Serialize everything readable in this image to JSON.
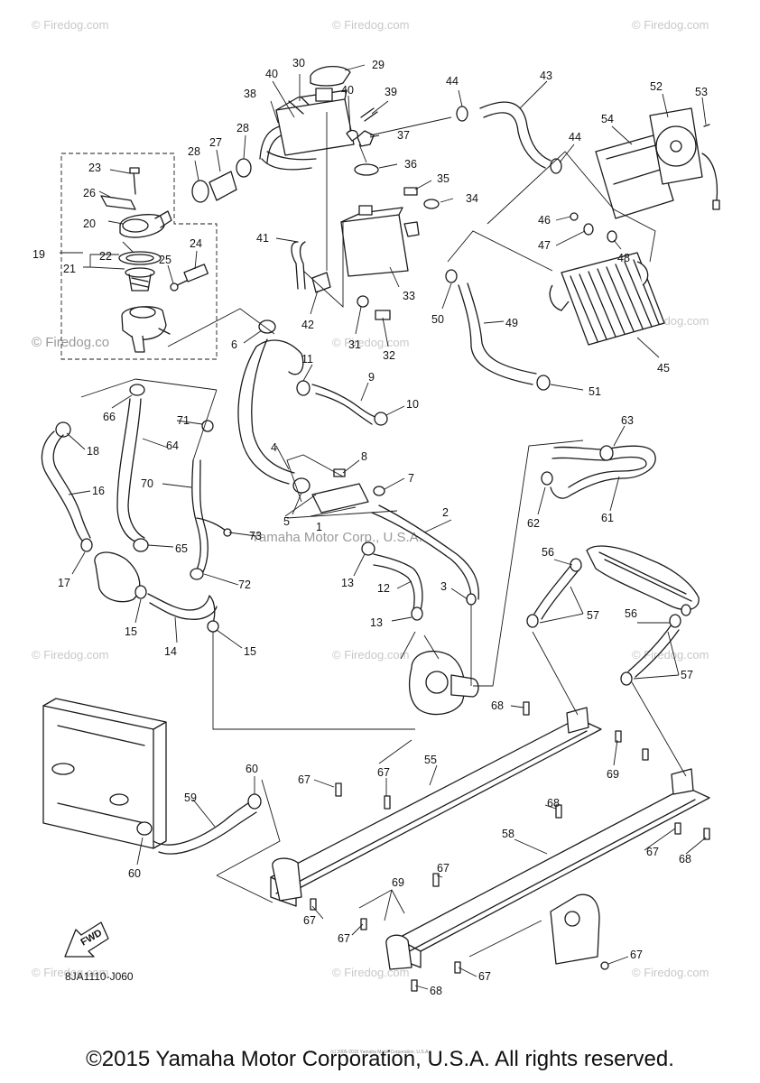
{
  "watermark": {
    "text": "© Firedog.com",
    "short_text": "© Firedog.co",
    "center_text": "Yamaha Motor Corp., U.S.A."
  },
  "diagram_code": "8JA1110-J060",
  "fwd_label": "FWD",
  "copyright": "©2015 Yamaha Motor Corporation, U.S.A. All rights reserved.",
  "fine_print": "(c) 2005-2015 Yamaha Motor Corporation, U.S.A.",
  "callouts": [
    "1",
    "2",
    "3",
    "4",
    "5",
    "6",
    "7",
    "8",
    "9",
    "10",
    "11",
    "12",
    "13",
    "13",
    "14",
    "15",
    "15",
    "16",
    "17",
    "18",
    "19",
    "20",
    "21",
    "22",
    "23",
    "24",
    "25",
    "26",
    "27",
    "28",
    "28",
    "29",
    "30",
    "31",
    "32",
    "33",
    "34",
    "35",
    "36",
    "37",
    "38",
    "39",
    "40",
    "40",
    "41",
    "42",
    "43",
    "44",
    "44",
    "45",
    "46",
    "47",
    "48",
    "49",
    "50",
    "51",
    "52",
    "53",
    "54",
    "55",
    "56",
    "56",
    "57",
    "57",
    "58",
    "59",
    "60",
    "60",
    "61",
    "62",
    "63",
    "64",
    "65",
    "66",
    "67",
    "67",
    "67",
    "67",
    "67",
    "67",
    "67",
    "67",
    "68",
    "68",
    "68",
    "68",
    "68",
    "69",
    "69",
    "69",
    "70",
    "71",
    "72",
    "73"
  ]
}
